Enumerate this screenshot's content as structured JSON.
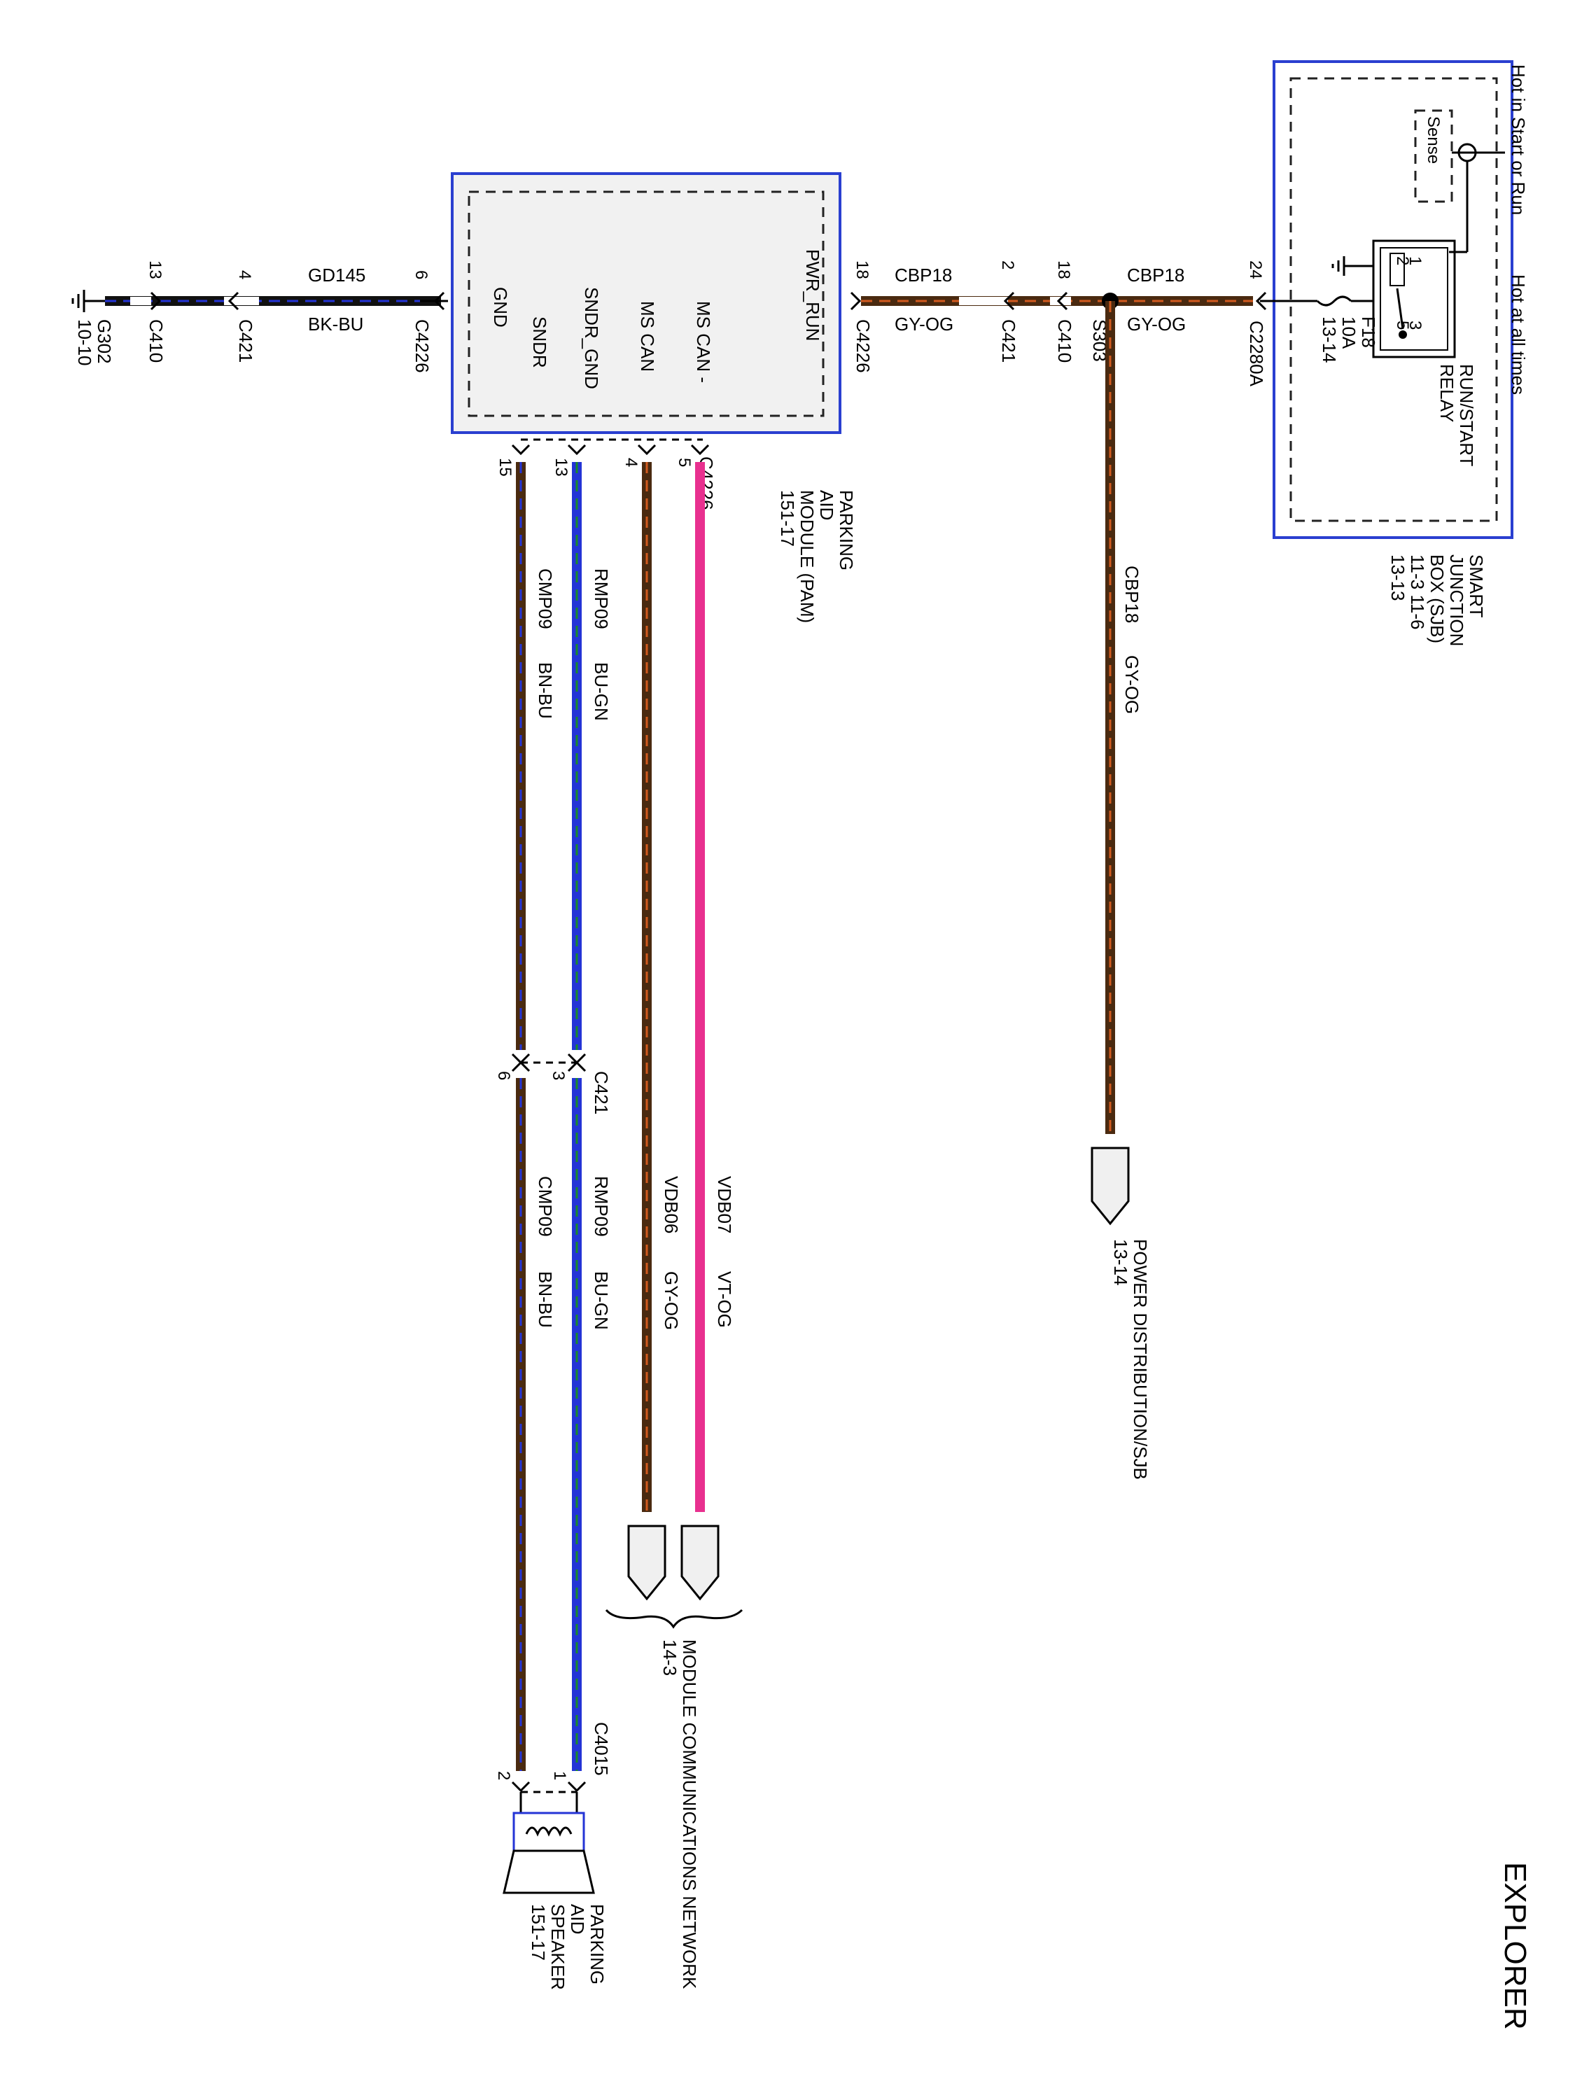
{
  "title": "EXPLORER",
  "sjb": {
    "name_lines": [
      "SMART",
      "JUNCTION",
      "BOX (SJB)",
      "11-3   11-6",
      "13-13"
    ],
    "hot_start_run": "Hot in Start or Run",
    "hot_all_times": "Hot at all times",
    "sense": "Sense",
    "relay_lines": [
      "RUN/START",
      "RELAY"
    ],
    "relay_pins": [
      "1",
      "3",
      "2",
      "5"
    ],
    "fuse_lines": [
      "F18",
      "10A",
      "13-14"
    ],
    "connector": "C2280A",
    "pin": "24"
  },
  "pam": {
    "name_lines": [
      "PARKING",
      "AID",
      "MODULE (PAM)",
      "151-17"
    ],
    "pins_left": [
      "GND",
      "SNDR_GND",
      "MS CAN",
      "MS CAN -"
    ],
    "pin_pwr": "PWR_RUN",
    "pin_sndr": "SNDR",
    "connector_bottom": "C4226"
  },
  "ground": {
    "label_lines": [
      "G302",
      "10-10"
    ],
    "wire_name": "GD145",
    "wire_color": "BK-BU",
    "pins": [
      {
        "pin": "13",
        "connector": "C410"
      },
      {
        "pin": "4",
        "connector": "C421"
      },
      {
        "pin": "6",
        "connector": "C4226"
      }
    ]
  },
  "power": {
    "wire_name": "CBP18",
    "wire_color": "GY-OG",
    "pins": [
      {
        "pin": "18",
        "connector": "C4226"
      },
      {
        "pin": "2",
        "connector": "C421"
      },
      {
        "pin": "18",
        "connector": "C410"
      }
    ],
    "splice": "S303",
    "branch_name": "CBP18",
    "branch_color": "GY-OG",
    "destination_lines": [
      "POWER DISTRIBUTION/SJB",
      "13-14"
    ]
  },
  "signal_wires": [
    {
      "pin": "15",
      "name": "CMP09",
      "color": "BN-BU"
    },
    {
      "pin": "13",
      "name": "RMP09",
      "color": "BU-GN"
    },
    {
      "pin": "4",
      "name": "VDB06",
      "color": "GY-OG"
    },
    {
      "pin": "5",
      "name": "VDB07",
      "color": "VT-OG"
    }
  ],
  "inline_connector": {
    "name": "C421",
    "pins": [
      "6",
      "3"
    ]
  },
  "network": {
    "lines": [
      "MODULE COMMUNICATIONS NETWORK",
      "14-3"
    ]
  },
  "speaker": {
    "connector": "C4015",
    "pins": [
      "2",
      "1"
    ],
    "name_lines": [
      "PARKING",
      "AID",
      "SPEAKER",
      "151-17"
    ]
  },
  "colors": {
    "box_border": "#2a3fd0",
    "wire_blue": "#2434d6",
    "wire_brown": "#4a2a10",
    "wire_orange": "#d25a1e",
    "wire_pink": "#e8308f",
    "wire_black": "#111111"
  }
}
